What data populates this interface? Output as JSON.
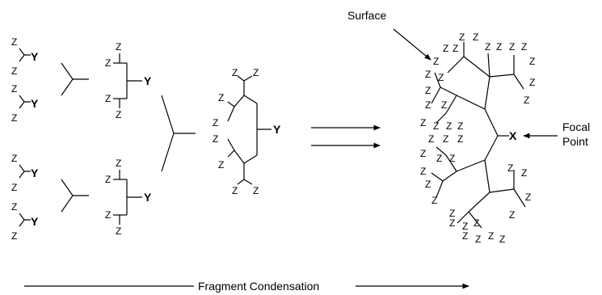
{
  "diagram": {
    "group_z": "Z",
    "group_y": "Y",
    "focal_atom": "X",
    "surface_label": "Surface",
    "focal_label_line1": "Focal",
    "focal_label_line2": "Point",
    "bottom_label": "Fragment Condensation"
  }
}
